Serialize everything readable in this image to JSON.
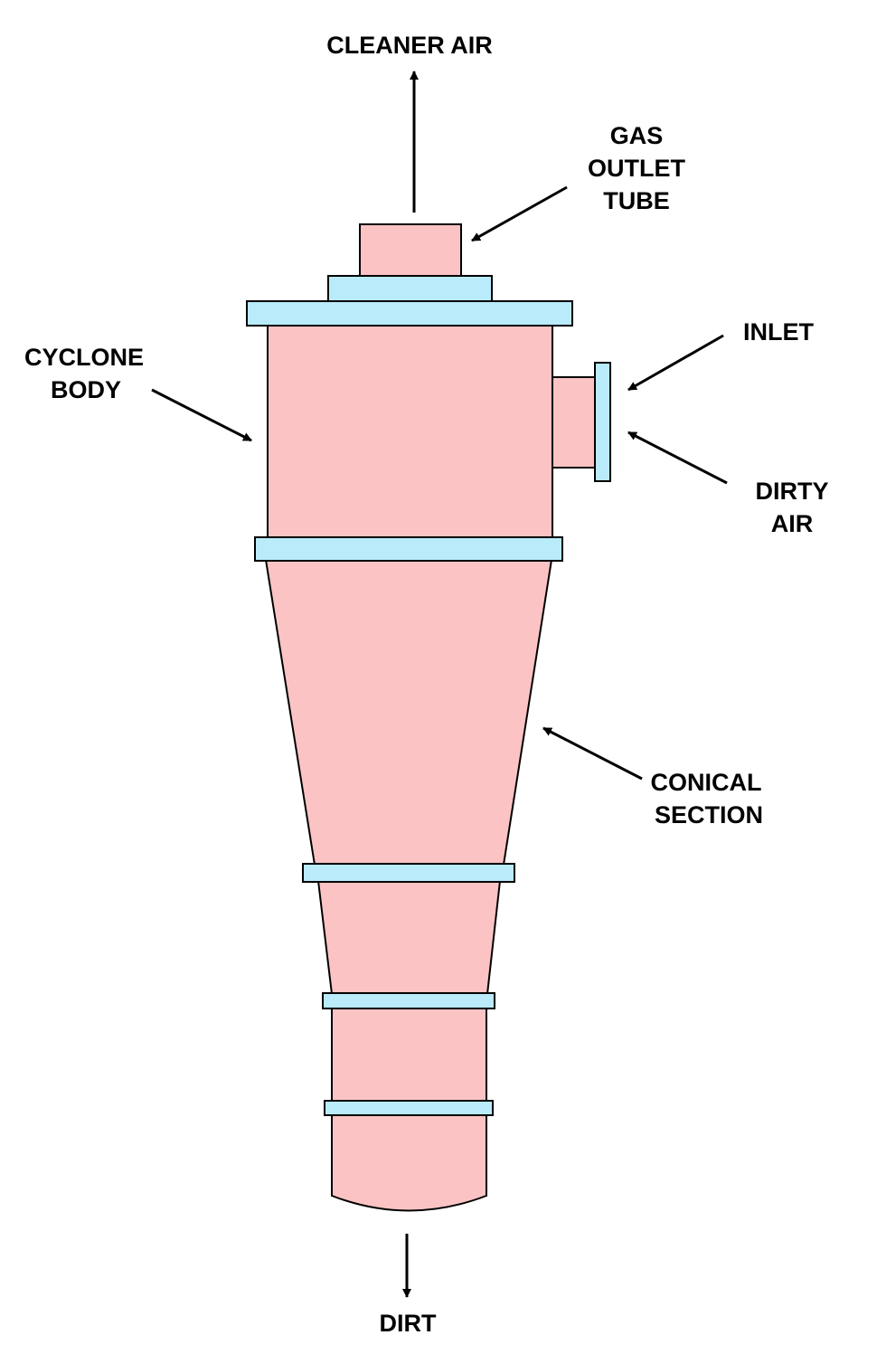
{
  "colors": {
    "body_fill": "#fbc3c3",
    "flange_fill": "#b9ebfb",
    "outline": "#000000",
    "background": "#ffffff"
  },
  "labels": {
    "cleaner_air": "CLEANER AIR",
    "gas_outlet_tube": [
      "GAS",
      "OUTLET",
      "TUBE"
    ],
    "cyclone_body": [
      "CYCLONE",
      "BODY"
    ],
    "inlet": "INLET",
    "dirty_air": [
      "DIRTY",
      "AIR"
    ],
    "conical_section": [
      "CONICAL",
      "SECTION"
    ],
    "dirt": "DIRT"
  }
}
